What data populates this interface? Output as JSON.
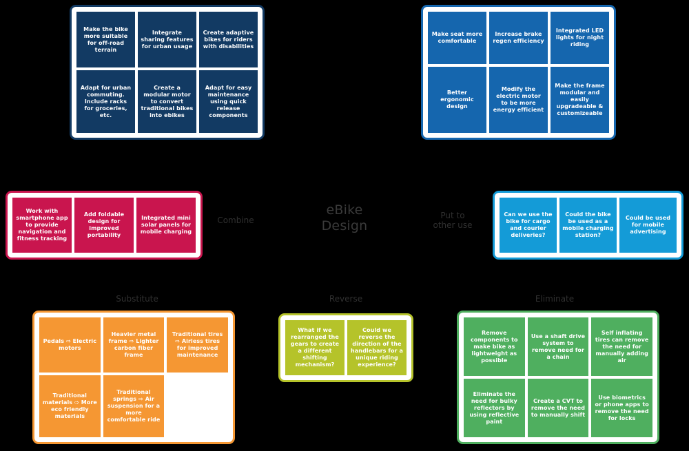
{
  "center": {
    "title": "eBike\nDesign"
  },
  "canvas": {
    "background": "#000000",
    "label_color": "#303030",
    "title_color": "#3a3a3a"
  },
  "groups": [
    {
      "id": "adapt",
      "label": "",
      "accent": "#123A63",
      "border": "#123A63",
      "columns": 3,
      "ideas": [
        "Make the bike more suitable for off-road terrain",
        "Integrate sharing features for urban usage",
        "Create adaptive bikes for riders with disabilities",
        "Adapt for urban commuting. Include racks for groceries, etc.",
        "Create a modular motor to convert traditional bikes into ebikes",
        "Adapt for easy maintenance using quick release components"
      ]
    },
    {
      "id": "modify",
      "label": "",
      "accent": "#1566AE",
      "border": "#1566AE",
      "columns": 3,
      "ideas": [
        "Make seat more comfortable",
        "Increase brake regen efficiency",
        "Integrated LED lights for night riding",
        "Better ergonomic design",
        "Modify the electric motor to be more energy efficient",
        "Make the frame modular and easily upgradeable & customizeable"
      ]
    },
    {
      "id": "combine",
      "label": "Combine",
      "accent": "#C9154E",
      "border": "#C9154E",
      "columns": 3,
      "ideas": [
        "Work with smartphone app to provide navigation and fitness tracking",
        "Add foldable design for improved portability",
        "Integrated mini solar panels for mobile charging"
      ]
    },
    {
      "id": "put-to-other-use",
      "label": "Put to\nother use",
      "accent": "#149BD7",
      "border": "#149BD7",
      "columns": 3,
      "ideas": [
        "Can we use the bike for cargo and courier deliveries?",
        "Could the bike be used as a mobile charging station?",
        "Could be used for mobile advertising"
      ]
    },
    {
      "id": "substitute",
      "label": "Substitute",
      "accent": "#F59733",
      "border": "#F59733",
      "columns": 3,
      "ideas": [
        "Pedals ⇨ Electric motors",
        "Heavier metal frame ⇨ Lighter carbon fiber frame",
        "Traditional tires ⇨ Airless tires for improved maintenance",
        "Traditional materials ⇨ More eco friendly materials",
        "Traditional springs ⇨ Air suspension for a more comfortable ride",
        ""
      ]
    },
    {
      "id": "reverse",
      "label": "Reverse",
      "accent": "#B5C32A",
      "border": "#B5C32A",
      "columns": 2,
      "ideas": [
        "What if we rearranged the gears to create a different shifting mechanism?",
        "Could we reverse the direction of the handlebars for a unique riding experience?"
      ]
    },
    {
      "id": "eliminate",
      "label": "Eliminate",
      "accent": "#4FAF5F",
      "border": "#4FAF5F",
      "columns": 3,
      "ideas": [
        "Remove components to make bike as lightweight as possible",
        "Use a shaft drive system to remove need for a chain",
        "Self inflating tires can remove the need for manually adding air",
        "Eliminate the need for bulky reflectors by using reflective paint",
        "Create a CVT to remove the need to manually shift",
        "Use biometrics or phone apps to remove the need for locks"
      ]
    }
  ]
}
